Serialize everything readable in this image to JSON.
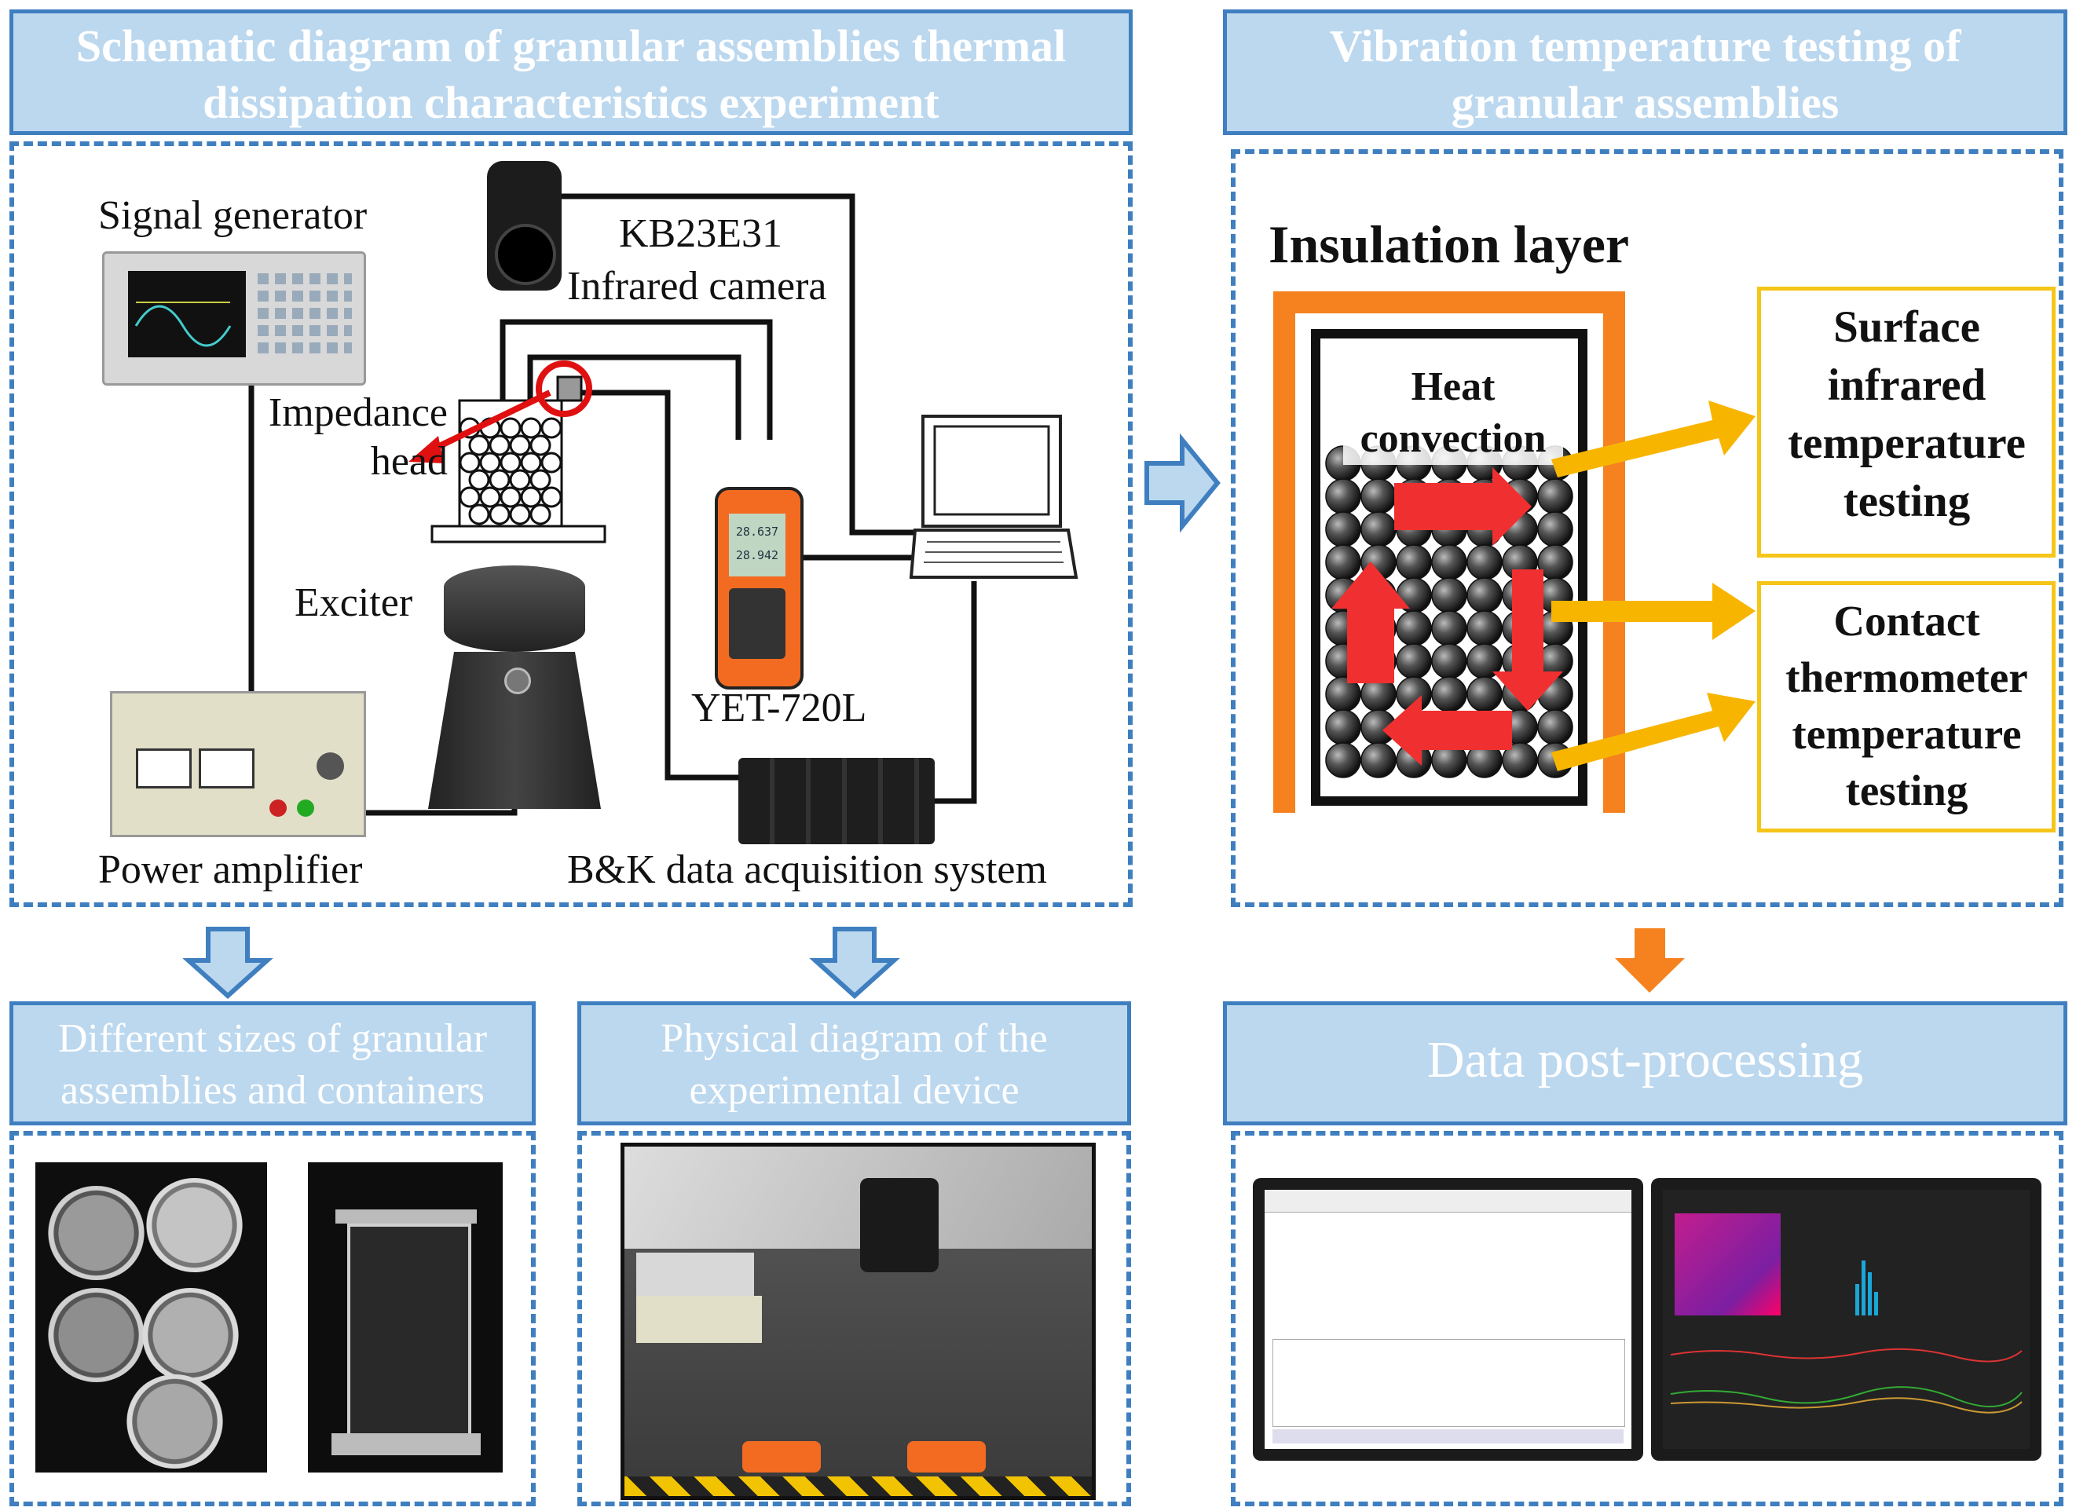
{
  "banners": {
    "schematic": "Schematic diagram of granular assemblies thermal dissipation characteristics experiment",
    "vibration": "Vibration temperature testing of granular assemblies",
    "sizes": "Different sizes of granular assemblies and containers",
    "physical": "Physical diagram of the experimental device",
    "postproc": "Data post-processing"
  },
  "schematic": {
    "signal_generator": "Signal generator",
    "camera_model": "KB23E31",
    "camera_name": "Infrared camera",
    "impedance_head": "Impedance head",
    "exciter": "Exciter",
    "thermometer": "YET-720L",
    "power_amplifier": "Power amplifier",
    "daq": "B&K data acquisition system",
    "thermo_screen_1": "28.637",
    "thermo_screen_2": "28.942"
  },
  "vibration": {
    "insulation": "Insulation layer",
    "heat_convection": "Heat convection",
    "surface_box": "Surface infrared temperature testing",
    "contact_box": "Contact thermometer temperature testing"
  },
  "colors": {
    "banner_fill": "#bcd8ef",
    "dash_blue": "#3f7fc0",
    "insulation_orange": "#f5821f",
    "convection_red": "#f03030",
    "yellow_arrow": "#f7b500",
    "box_yellow": "#f5c518"
  }
}
